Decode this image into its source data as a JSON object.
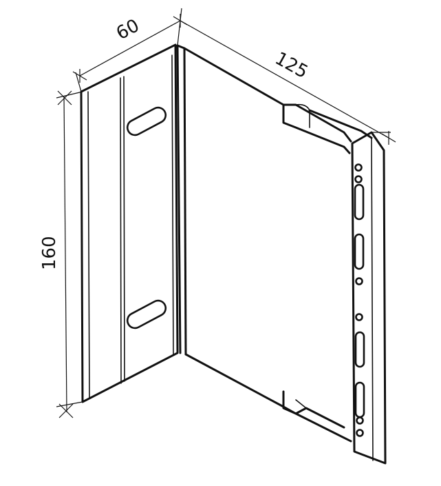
{
  "drawing": {
    "subject": "wall bracket",
    "dimensions": {
      "width": "60",
      "depth": "125",
      "height": "160"
    }
  }
}
